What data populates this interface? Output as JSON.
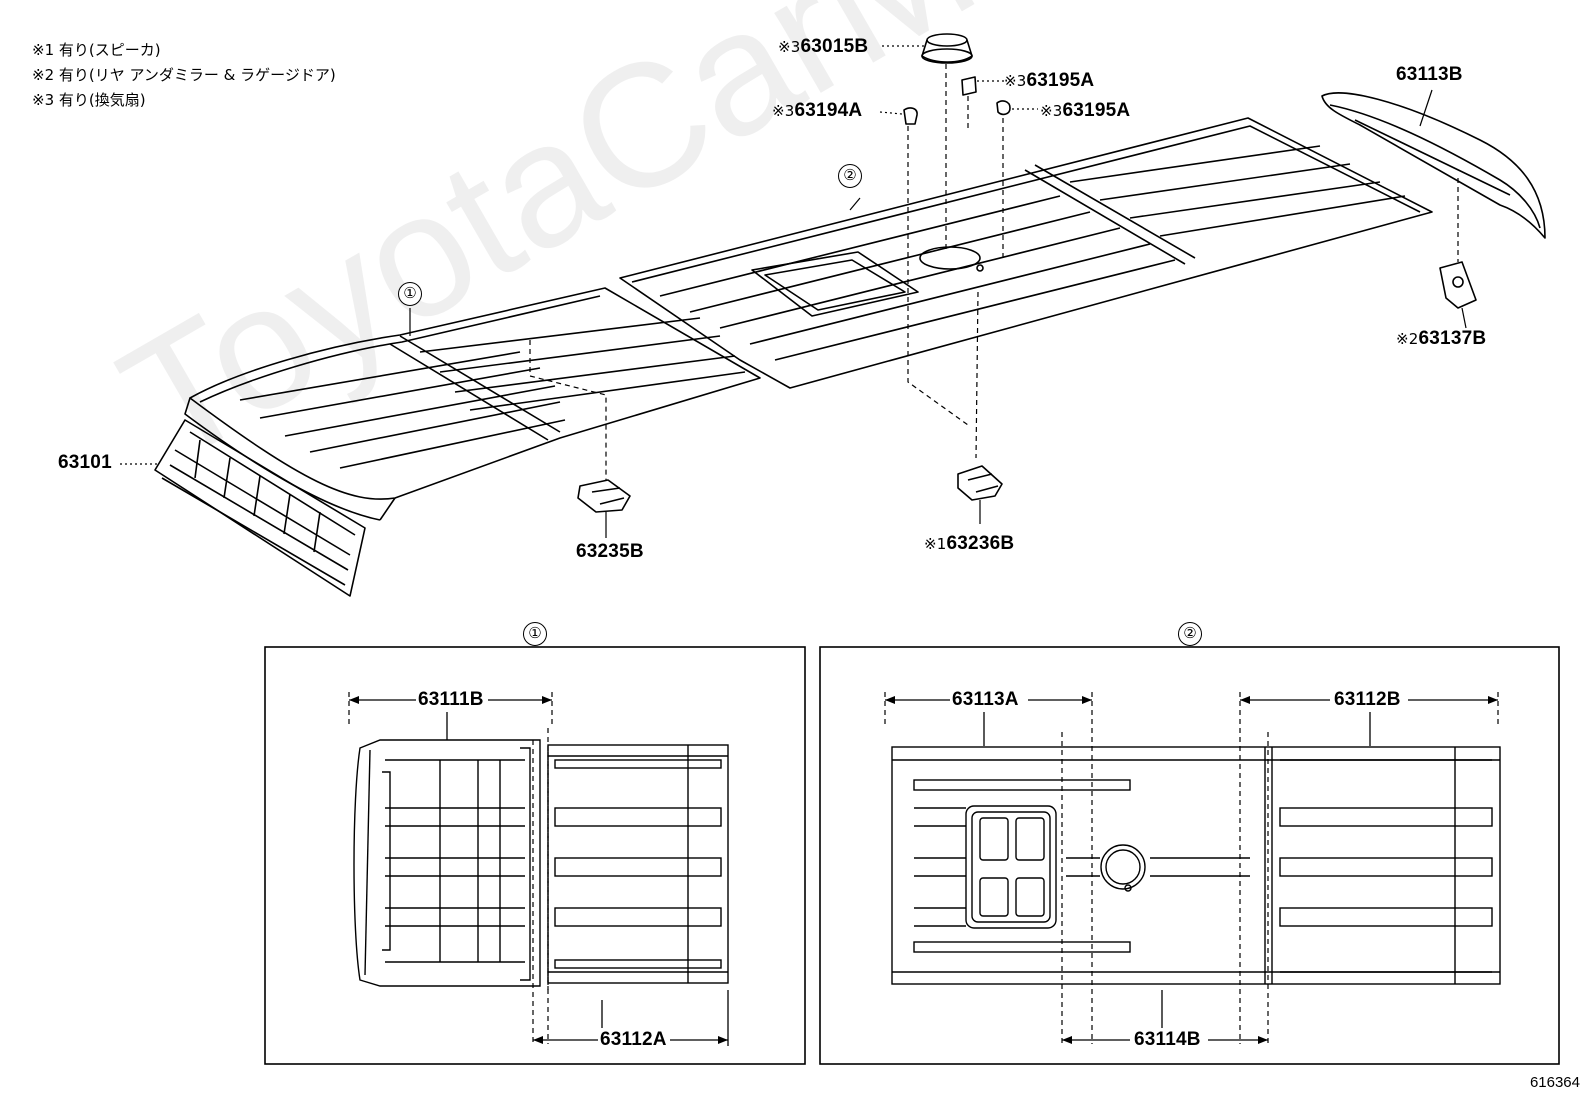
{
  "notes": {
    "n1": "※1 有り(スピーカ)",
    "n2": "※2 有り(リヤ アンダミラー & ラゲージドア)",
    "n3": "※3 有り(換気扇)"
  },
  "markers": {
    "m1": "※1",
    "m2": "※2",
    "m3": "※3"
  },
  "circles": {
    "c1": "①",
    "c2": "②"
  },
  "parts": {
    "p63015B": "63015B",
    "p63195A_1": "63195A",
    "p63195A_2": "63195A",
    "p63194A": "63194A",
    "p63113B": "63113B",
    "p63137B": "63137B",
    "p63101": "63101",
    "p63235B": "63235B",
    "p63236B": "63236B",
    "p63111B": "63111B",
    "p63112A": "63112A",
    "p63113A": "63113A",
    "p63112B": "63112B",
    "p63114B": "63114B"
  },
  "figure_number": "616364",
  "watermark": "ToyotaCarMinibus"
}
